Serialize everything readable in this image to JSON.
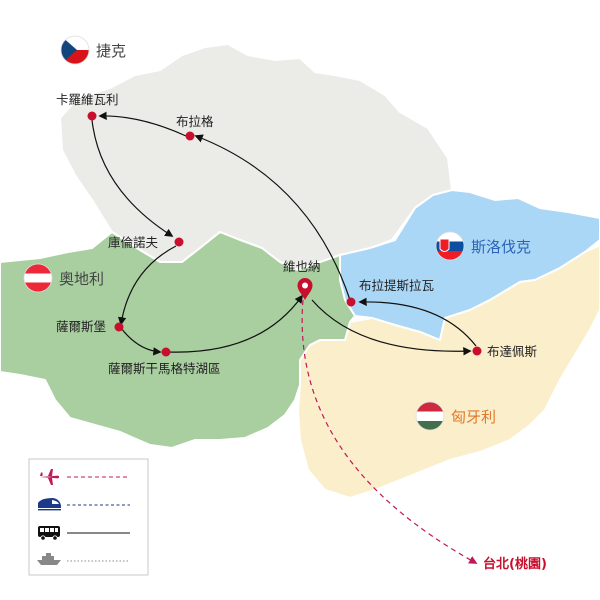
{
  "countries": {
    "czech": {
      "label": "捷克",
      "fill": "#ebebe8",
      "label_color": "#444444"
    },
    "austria": {
      "label": "奧地利",
      "fill": "#a9cfa1",
      "label_color": "#444444"
    },
    "slovakia": {
      "label": "斯洛伐克",
      "fill": "#abd7f7",
      "label_color": "#2a63b8"
    },
    "hungary": {
      "label": "匈牙利",
      "fill": "#fbeecb",
      "label_color": "#e0792a"
    }
  },
  "cities": {
    "karlovy_vary": "卡羅維瓦利",
    "prague": "布拉格",
    "kutna_hora": "庫倫諾夫",
    "salzburg": "薩爾斯堡",
    "salzkammergut": "薩爾斯干馬格特湖區",
    "vienna": "維也納",
    "bratislava": "布拉提斯拉瓦",
    "budapest": "布達佩斯"
  },
  "destination": {
    "label": "台北(桃園)"
  },
  "legend": [
    {
      "mode": "flight",
      "icon": "airplane-icon",
      "line_style": "dashed",
      "color": "#c0185a"
    },
    {
      "mode": "train",
      "icon": "high-speed-train-icon",
      "line_style": "dashed",
      "color": "#1d3a8a"
    },
    {
      "mode": "bus",
      "icon": "bus-icon",
      "line_style": "solid",
      "color": "#111111"
    },
    {
      "mode": "ship",
      "icon": "ship-icon",
      "line_style": "dotted",
      "color": "#888888"
    }
  ],
  "colors": {
    "city_marker": "#c8102e",
    "route_line": "#111111",
    "flight_line": "#c0185a",
    "border": "#ffffff"
  }
}
